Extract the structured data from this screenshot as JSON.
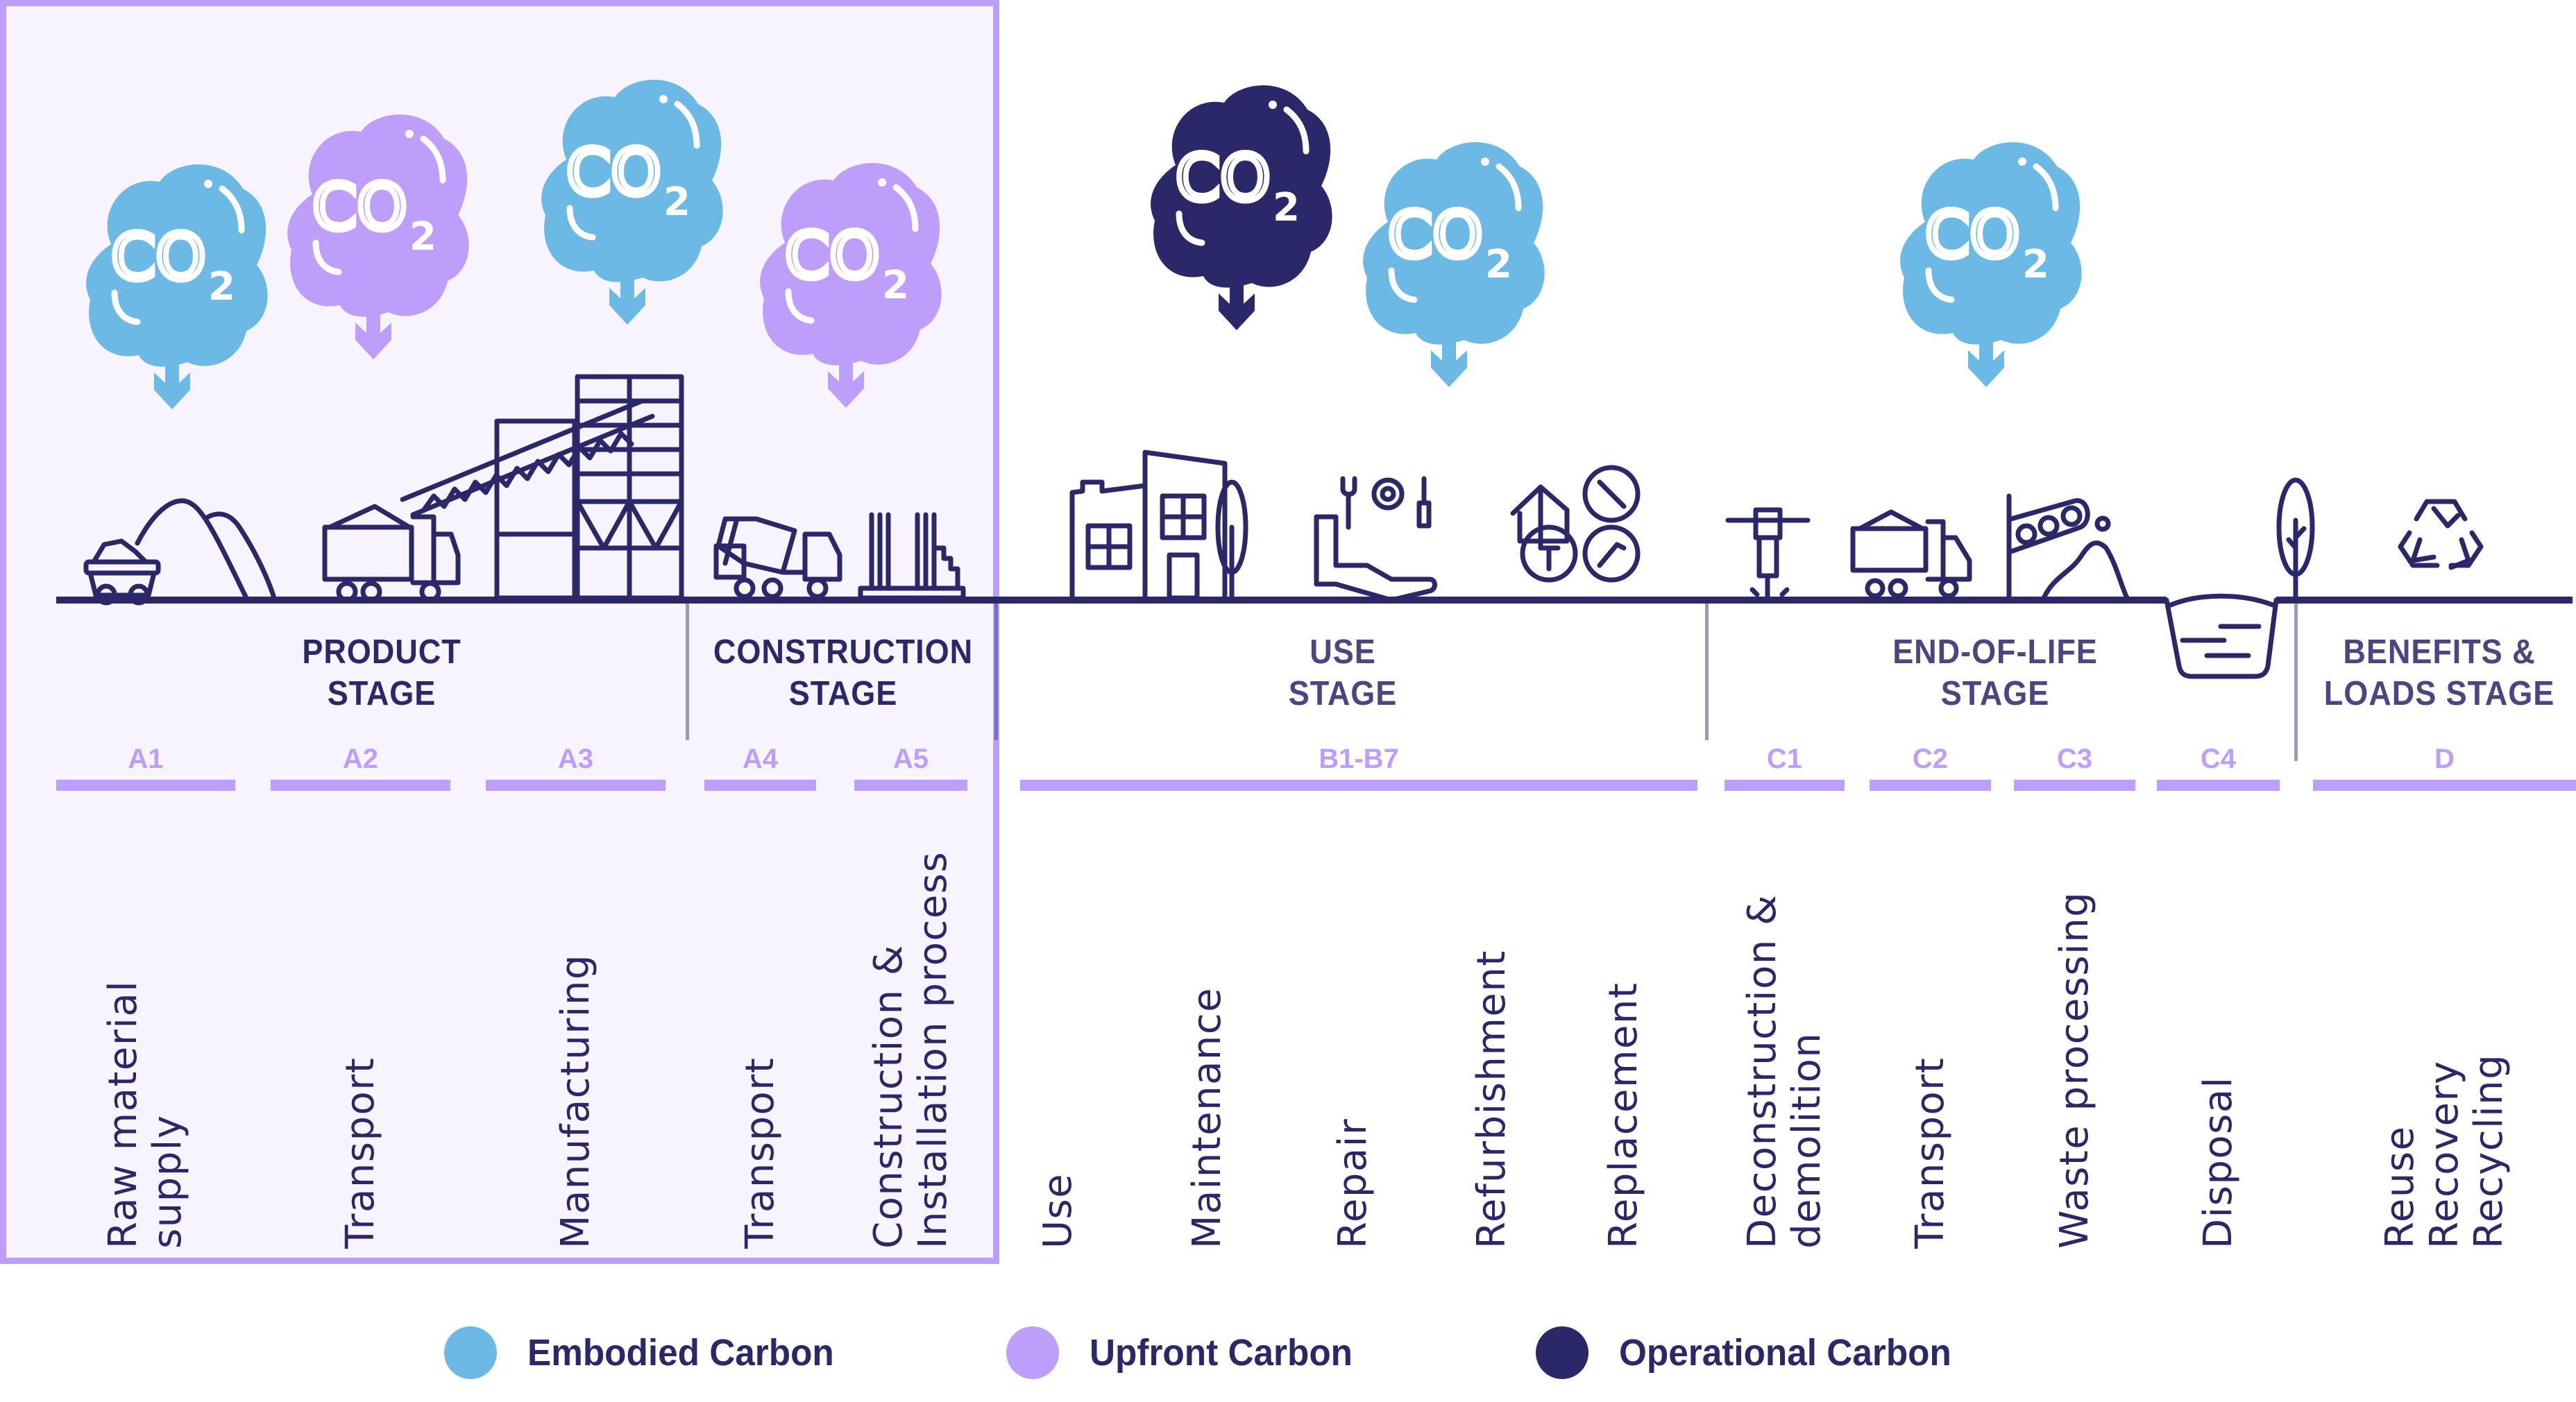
{
  "colors": {
    "embodied": "#6CB9E6",
    "upfront": "#BD9EFB",
    "operational": "#2B2869",
    "line": "#2B2869",
    "box_fill": "#F7F4FE"
  },
  "cloud_text": {
    "main": "CO",
    "sub": "2"
  },
  "clouds": [
    {
      "type": "embodied",
      "module": "A1"
    },
    {
      "type": "upfront",
      "module": "A2"
    },
    {
      "type": "embodied",
      "module": "A3"
    },
    {
      "type": "upfront",
      "module": "A5"
    },
    {
      "type": "operational",
      "module": "B"
    },
    {
      "type": "embodied",
      "module": "B"
    },
    {
      "type": "embodied",
      "module": "C"
    }
  ],
  "icons": [
    "mine-cart-icon",
    "material-pile-icon",
    "dump-truck-icon",
    "conveyor-icon",
    "factory-silo-icon",
    "concrete-mixer-icon",
    "construction-columns-icon",
    "buildings-icon",
    "tree-icon",
    "tools-hand-icon",
    "house-refurbish-icon",
    "jackhammer-icon",
    "dump-truck-icon",
    "waste-crusher-icon",
    "landfill-pit-icon",
    "tree-icon",
    "recycle-icon"
  ],
  "stages": [
    {
      "line1": "PRODUCT",
      "line2": "STAGE"
    },
    {
      "line1": "CONSTRUCTION",
      "line2": "STAGE"
    },
    {
      "line1": "USE",
      "line2": "STAGE"
    },
    {
      "line1": "END-OF-LIFE",
      "line2": "STAGE"
    },
    {
      "line1": "BENEFITS &",
      "line2": "LOADS STAGE"
    }
  ],
  "modules": [
    {
      "code": "A1",
      "labels": [
        "Raw material\nsupply"
      ]
    },
    {
      "code": "A2",
      "labels": [
        "Transport"
      ]
    },
    {
      "code": "A3",
      "labels": [
        "Manufacturing"
      ]
    },
    {
      "code": "A4",
      "labels": [
        "Transport"
      ]
    },
    {
      "code": "A5",
      "labels": [
        "Construction &\nInstallation process"
      ]
    },
    {
      "code": "B1-B7",
      "labels": [
        "Use",
        "Maintenance",
        "Repair",
        "Refurbishment",
        "Replacement"
      ]
    },
    {
      "code": "C1",
      "labels": [
        "Deconstruction &\ndemolition"
      ]
    },
    {
      "code": "C2",
      "labels": [
        "Transport"
      ]
    },
    {
      "code": "C3",
      "labels": [
        "Waste processing"
      ]
    },
    {
      "code": "C4",
      "labels": [
        "Disposal"
      ]
    },
    {
      "code": "D",
      "labels": [
        "Reuse\nRecovery\nRecycling"
      ]
    }
  ],
  "legend": [
    {
      "label": "Embodied Carbon",
      "color": "#6CB9E6"
    },
    {
      "label": "Upfront Carbon",
      "color": "#BD9EFB"
    },
    {
      "label": "Operational Carbon",
      "color": "#2B2869"
    }
  ]
}
